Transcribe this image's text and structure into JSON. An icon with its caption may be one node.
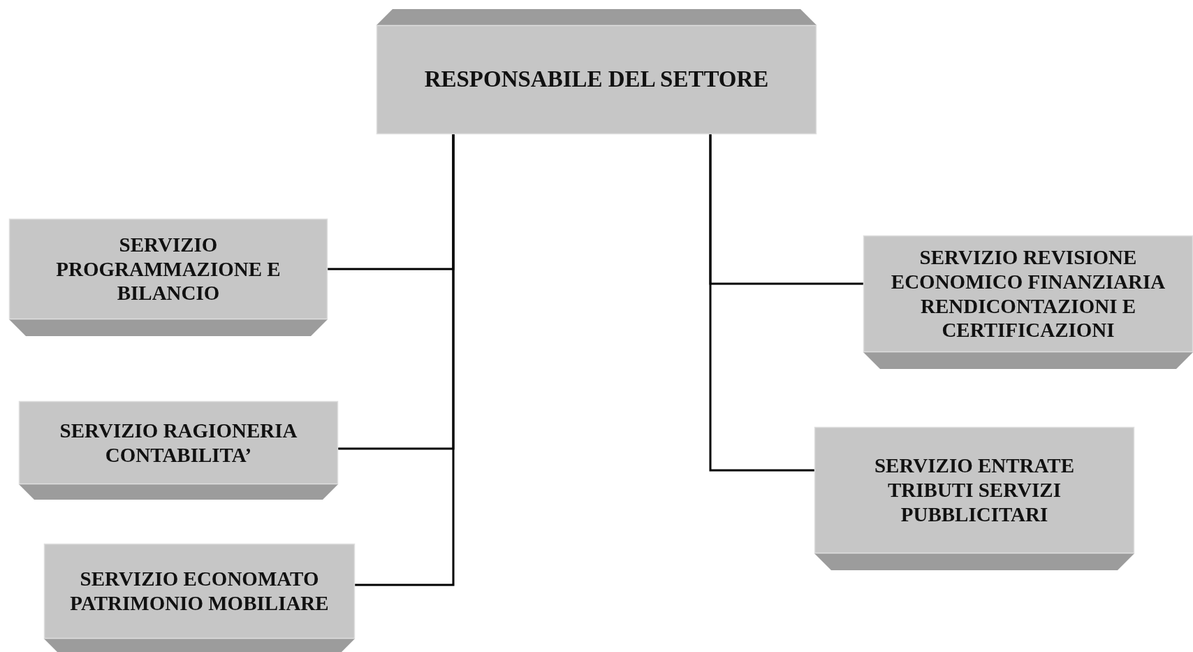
{
  "diagram": {
    "nodes": [
      {
        "text": [
          "RESPONSABILE DEL SETTORE"
        ]
      },
      {
        "text": [
          "SERVIZIO PROGRAMMAZIONE E BILANCIO"
        ]
      },
      {
        "text": [
          "SERVIZIO RAGIONERIA CONTABILITA’"
        ]
      },
      {
        "text": [
          "SERVIZIO ECONOMATO PATRIMONIO MOBILIARE"
        ]
      },
      {
        "text": [
          "SERVIZIO REVISIONE ECONOMICO FINANZIARIA RENDICONTAZIONI E CERTIFICAZIONI"
        ]
      },
      {
        "text": [
          "SERVIZIO ENTRATE TRIBUTI SERVIZI PUBBLICITARI"
        ]
      }
    ],
    "edges": [
      {
        "from": 0,
        "to": 1,
        "arrow": "none"
      },
      {
        "from": 0,
        "to": 2,
        "arrow": "none"
      },
      {
        "from": 0,
        "to": 3,
        "arrow": "none"
      },
      {
        "from": 0,
        "to": 4,
        "arrow": "none"
      },
      {
        "from": 0,
        "to": 5,
        "arrow": "none"
      }
    ]
  }
}
